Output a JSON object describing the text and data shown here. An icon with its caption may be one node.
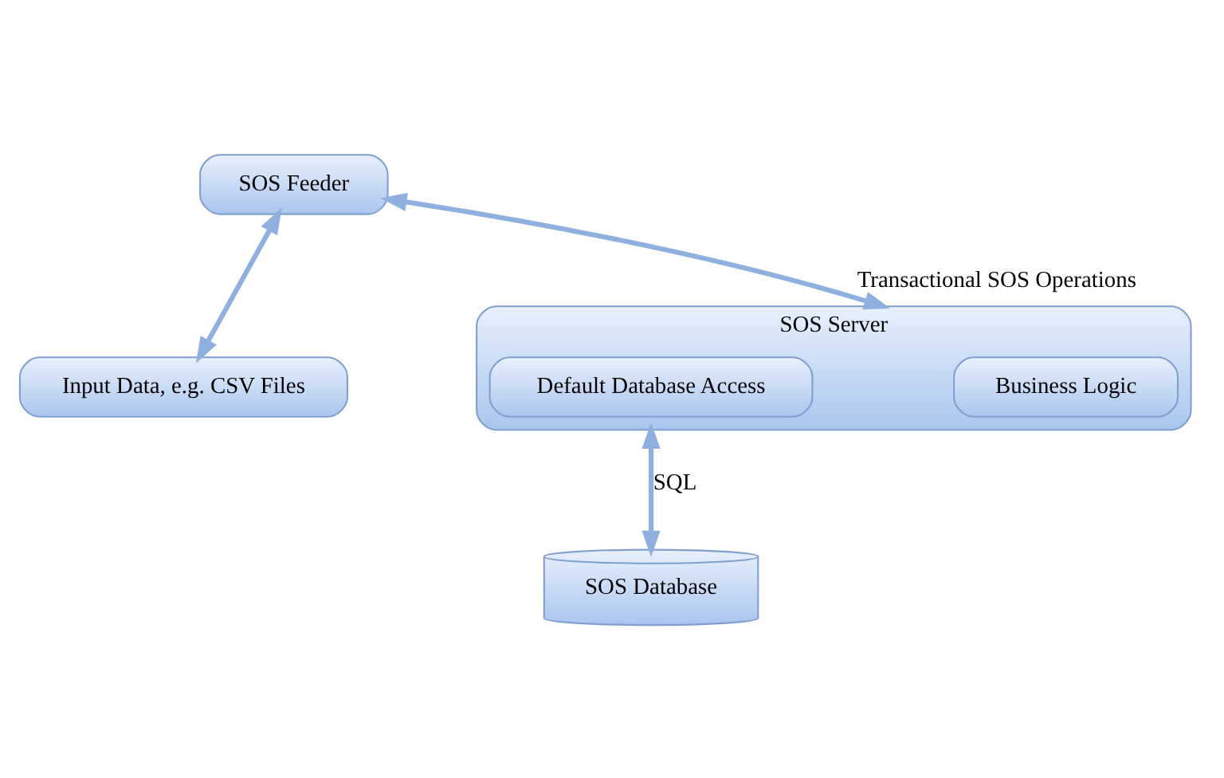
{
  "diagram": {
    "nodes": [
      {
        "text": [
          "SOS Feeder"
        ]
      },
      {
        "text": [
          "Input Data, e.g. CSV Files"
        ]
      },
      {
        "text": [
          "SOS Server"
        ]
      },
      {
        "text": [
          "Business Logic"
        ],
        "in": 2
      },
      {
        "text": [
          "Default Database Access"
        ],
        "in": 2
      },
      {
        "text": [
          "SOS Database"
        ]
      }
    ],
    "edges": [
      {
        "from": 0,
        "to": 2,
        "arrow": "both",
        "label": "Transactional SOS Operations"
      },
      {
        "from": 0,
        "to": 1,
        "arrow": "both"
      },
      {
        "from": 2,
        "to": 5,
        "arrow": "both",
        "label": "SQL"
      }
    ]
  }
}
